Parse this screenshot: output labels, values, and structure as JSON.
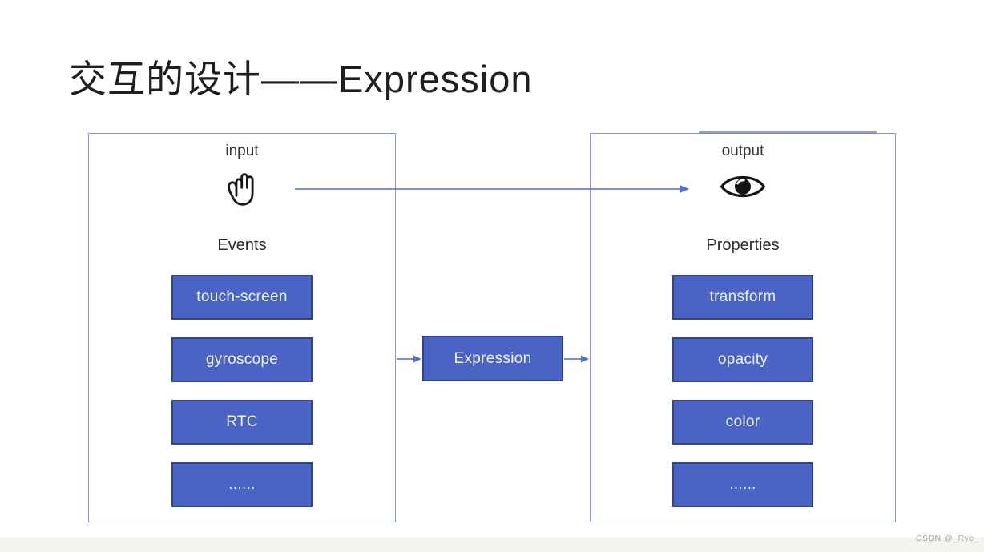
{
  "title": "交互的设计——Expression",
  "watermark": "CSDN @_Rye_",
  "colors": {
    "accent_fill": "#4a64c6",
    "accent_border": "#2f4587",
    "panel_border": "#8296d4",
    "arrow_color": "#4a72cc",
    "button_text": "#eef1fa",
    "title_color": "#1f1f1f",
    "watermark_color": "#9aa1ad"
  },
  "diagram": {
    "input_panel": {
      "label": "input",
      "icon": "hand-icon",
      "sublabel": "Events",
      "items": [
        "touch-screen",
        "gyroscope",
        "RTC",
        "......"
      ]
    },
    "processor": {
      "label": "Expression"
    },
    "output_panel": {
      "label": "output",
      "icon": "eye-icon",
      "sublabel": "Properties",
      "items": [
        "transform",
        "opacity",
        "color",
        "......"
      ]
    }
  }
}
